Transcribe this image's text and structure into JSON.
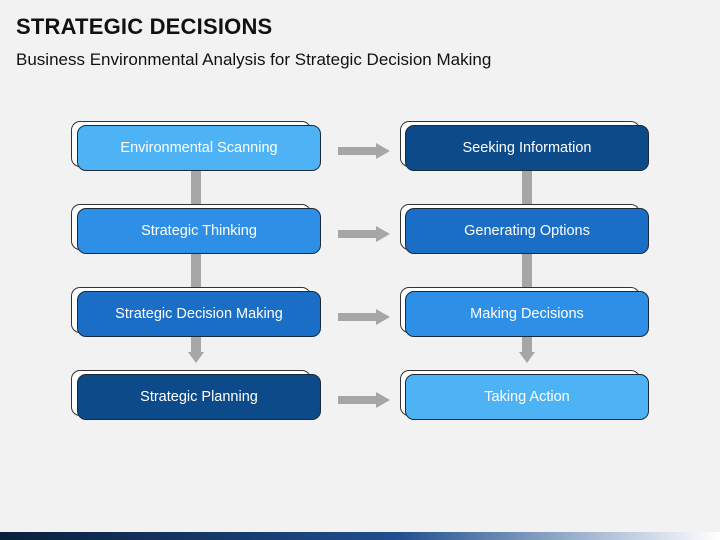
{
  "header": {
    "title": "STRATEGIC DECISIONS",
    "subtitle": "Business Environmental Analysis for Strategic Decision Making"
  },
  "left_column": {
    "items": [
      {
        "label": "Environmental Scanning",
        "color": "#4db3f5"
      },
      {
        "label": "Strategic Thinking",
        "color": "#2e8fe6"
      },
      {
        "label": "Strategic Decision Making",
        "color": "#1a6ec5"
      },
      {
        "label": "Strategic Planning",
        "color": "#0d4a8a"
      }
    ]
  },
  "right_column": {
    "items": [
      {
        "label": "Seeking Information",
        "color": "#0d4a8a"
      },
      {
        "label": "Generating Options",
        "color": "#1a6ec5"
      },
      {
        "label": "Making Decisions",
        "color": "#2e8fe6"
      },
      {
        "label": "Taking Action",
        "color": "#4db3f5"
      }
    ]
  },
  "colors": {
    "connector": "#a6a6a6",
    "card_outline": "#333333",
    "background": "#f2f2f2"
  }
}
